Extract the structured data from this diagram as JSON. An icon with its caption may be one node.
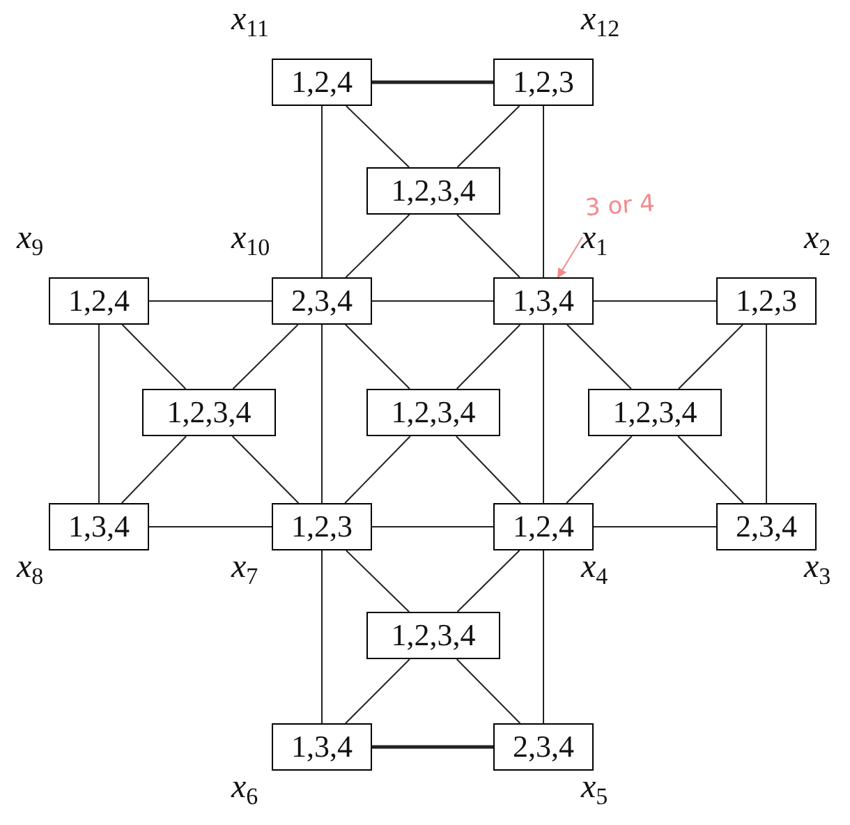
{
  "diagram": {
    "nodes": [
      {
        "text": [
          "1,2,4"
        ],
        "beside": [
          "x$_{11}$"
        ]
      },
      {
        "text": [
          "1,2,3"
        ],
        "beside": [
          "x$_{12}$"
        ]
      },
      {
        "text": [
          "1,2,3,4"
        ]
      },
      {
        "text": [
          "1,2,4"
        ],
        "beside": [
          "x$_{9}$"
        ]
      },
      {
        "text": [
          "2,3,4"
        ],
        "beside": [
          "x$_{10}$"
        ]
      },
      {
        "text": [
          "1,3,4"
        ],
        "beside": [
          "x$_{1}$"
        ]
      },
      {
        "text": [
          "1,2,3"
        ],
        "beside": [
          "x$_{2}$"
        ]
      },
      {
        "text": [
          "1,2,3,4"
        ]
      },
      {
        "text": [
          "1,2,3,4"
        ]
      },
      {
        "text": [
          "1,2,3,4"
        ]
      },
      {
        "text": [
          "1,3,4"
        ],
        "beside": [
          "x$_{8}$"
        ]
      },
      {
        "text": [
          "1,2,3"
        ],
        "beside": [
          "x$_{7}$"
        ]
      },
      {
        "text": [
          "1,2,4"
        ],
        "beside": [
          "x$_{4}$"
        ]
      },
      {
        "text": [
          "2,3,4"
        ],
        "beside": [
          "x$_{3}$"
        ]
      },
      {
        "text": [
          "1,2,3,4"
        ]
      },
      {
        "text": [
          "1,3,4"
        ],
        "beside": [
          "x$_{6}$"
        ]
      },
      {
        "text": [
          "2,3,4"
        ],
        "beside": [
          "x$_{5}$"
        ]
      }
    ],
    "edges": [
      {
        "from": 0,
        "to": 1,
        "arrow": "none",
        "style": "thick"
      },
      {
        "from": 0,
        "to": 2,
        "arrow": "none"
      },
      {
        "from": 1,
        "to": 2,
        "arrow": "none"
      },
      {
        "from": 0,
        "to": 4,
        "arrow": "none"
      },
      {
        "from": 1,
        "to": 5,
        "arrow": "none"
      },
      {
        "from": 2,
        "to": 4,
        "arrow": "none"
      },
      {
        "from": 2,
        "to": 5,
        "arrow": "none"
      },
      {
        "from": 3,
        "to": 4,
        "arrow": "none"
      },
      {
        "from": 4,
        "to": 5,
        "arrow": "none"
      },
      {
        "from": 5,
        "to": 6,
        "arrow": "none"
      },
      {
        "from": 3,
        "to": 7,
        "arrow": "none"
      },
      {
        "from": 4,
        "to": 7,
        "arrow": "none"
      },
      {
        "from": 4,
        "to": 8,
        "arrow": "none"
      },
      {
        "from": 5,
        "to": 8,
        "arrow": "none"
      },
      {
        "from": 5,
        "to": 9,
        "arrow": "none"
      },
      {
        "from": 6,
        "to": 9,
        "arrow": "none"
      },
      {
        "from": 3,
        "to": 10,
        "arrow": "none"
      },
      {
        "from": 6,
        "to": 13,
        "arrow": "none"
      },
      {
        "from": 4,
        "to": 11,
        "arrow": "none"
      },
      {
        "from": 5,
        "to": 12,
        "arrow": "none"
      },
      {
        "from": 7,
        "to": 10,
        "arrow": "none"
      },
      {
        "from": 7,
        "to": 11,
        "arrow": "none"
      },
      {
        "from": 8,
        "to": 11,
        "arrow": "none"
      },
      {
        "from": 8,
        "to": 12,
        "arrow": "none"
      },
      {
        "from": 9,
        "to": 12,
        "arrow": "none"
      },
      {
        "from": 9,
        "to": 13,
        "arrow": "none"
      },
      {
        "from": 10,
        "to": 11,
        "arrow": "none"
      },
      {
        "from": 11,
        "to": 12,
        "arrow": "none"
      },
      {
        "from": 12,
        "to": 13,
        "arrow": "none"
      },
      {
        "from": 11,
        "to": 14,
        "arrow": "none"
      },
      {
        "from": 12,
        "to": 14,
        "arrow": "none"
      },
      {
        "from": 11,
        "to": 15,
        "arrow": "none"
      },
      {
        "from": 12,
        "to": 16,
        "arrow": "none"
      },
      {
        "from": 14,
        "to": 15,
        "arrow": "none"
      },
      {
        "from": 14,
        "to": 16,
        "arrow": "none"
      },
      {
        "from": 15,
        "to": 16,
        "arrow": "none",
        "style": "thick"
      },
      {
        "from": null,
        "to": 5,
        "arrow": "to",
        "color": "#f28b8b"
      }
    ],
    "labels": [
      "3 or 4"
    ]
  }
}
